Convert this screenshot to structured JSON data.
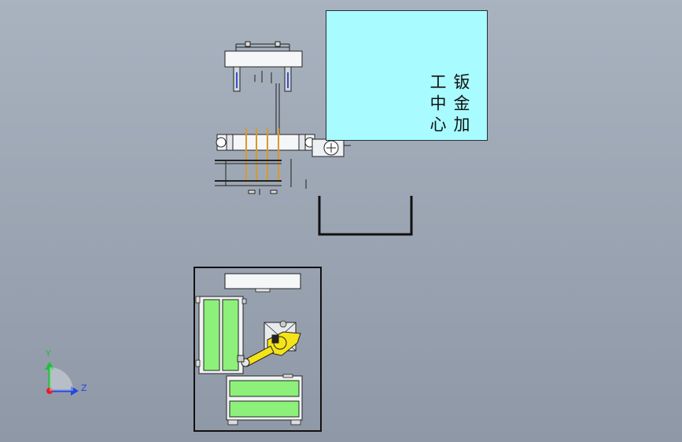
{
  "viewport": {
    "background_top": "#a9b2bf",
    "background_bottom": "#8e98a6"
  },
  "machining_center": {
    "label": "钣金加工中心",
    "fill_color": "#a8fbff"
  },
  "robot_cell": {
    "tray_color": "#8df07a",
    "robot_color": "#f5e31a"
  },
  "triad": {
    "y_label": "Y",
    "z_label": "Z",
    "y_color": "#1fbf3a",
    "z_color": "#2448d8",
    "origin_color": "#e0202a"
  }
}
